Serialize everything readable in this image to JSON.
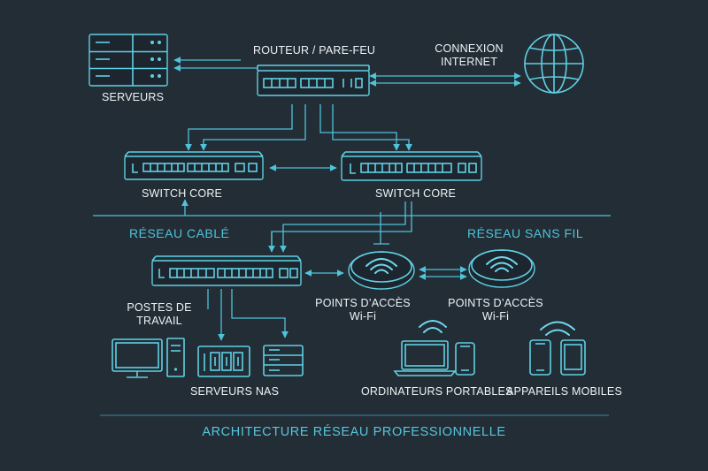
{
  "labels": {
    "router": "ROUTEUR / PARE-FEU",
    "internet": "CONNEXION\nINTERNET",
    "servers": "SERVEURS",
    "switch_core_left": "SWITCH CORE",
    "switch_core_right": "SWITCH CORE",
    "wired_network": "RÉSEAU CABLÉ",
    "wireless_network": "RÉSEAU SANS FIL",
    "access_point_1": "POINTS D’ACCÈS\nWi-Fi",
    "access_point_2": "POINTS D’ACCÈS\nWi-Fi",
    "workstations": "POSTES DE\nTRAVAIL",
    "nas_servers": "SERVEURS NAS",
    "laptops": "ORDINATEURS PORTABLES",
    "mobile_devices": "APPAREILS MOBILES"
  },
  "footer": "ARCHITECTURE RÉSEAU PROFESSIONNELLE",
  "colors": {
    "background": "#232d36",
    "accent": "#4fc3d9",
    "text": "#eef4f6"
  }
}
